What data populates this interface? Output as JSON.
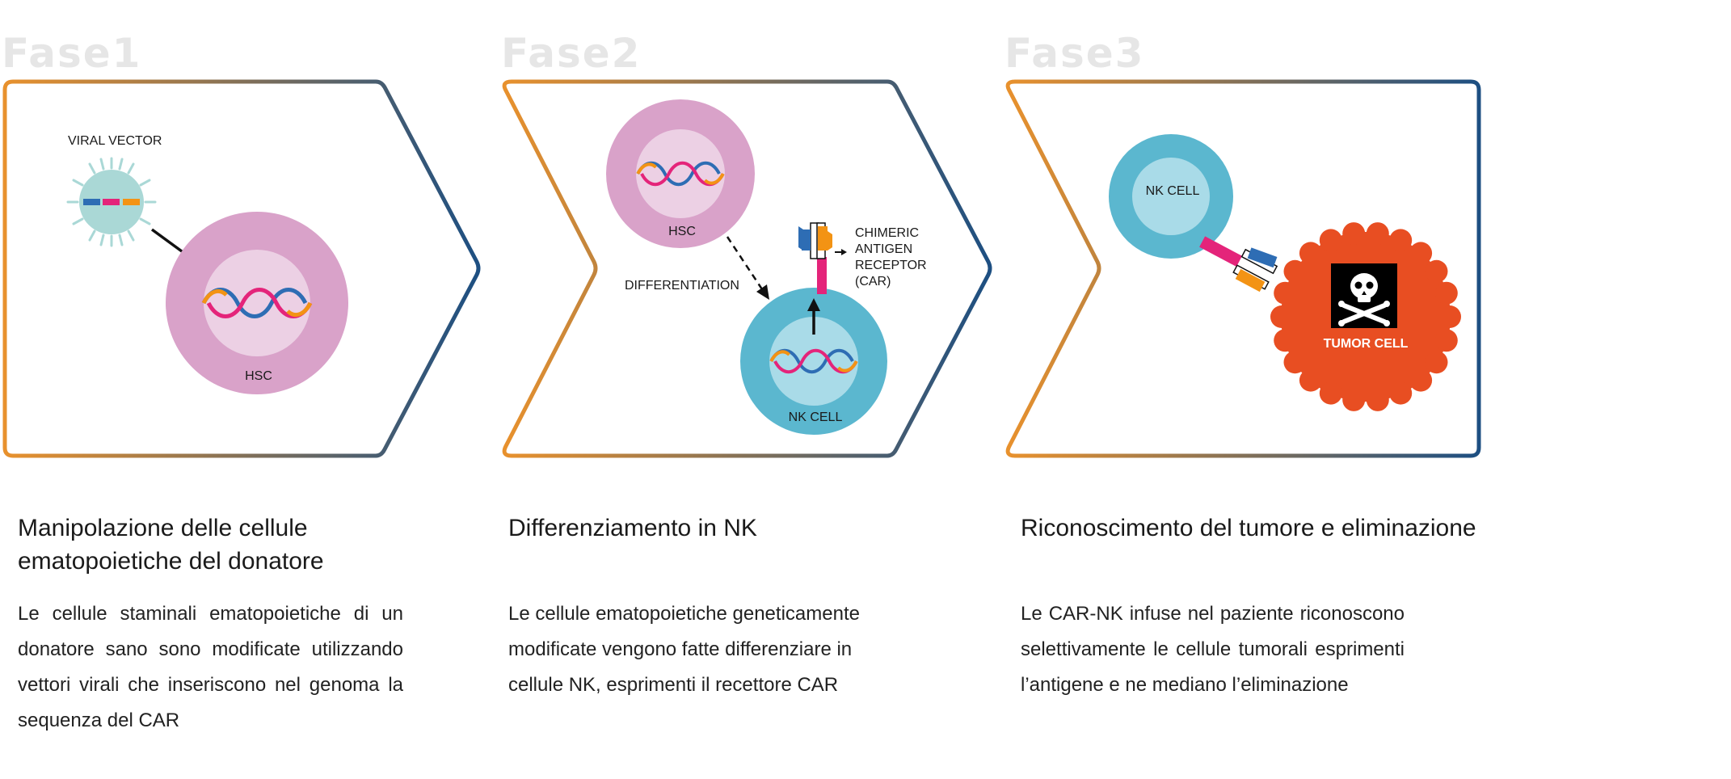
{
  "phases": [
    {
      "label": "Fase1",
      "title": "Manipolazione delle cellule ematopoietiche del donatore",
      "description": "Le cellule staminali ematopoietiche di un donatore sano sono modificate utilizzando vettori virali che inseriscono nel genoma la sequenza del CAR"
    },
    {
      "label": "Fase2",
      "title": "Differenziamento in NK",
      "description": "Le cellule ematopoietiche geneticamente modificate vengono fatte differenziare in cellule NK, esprimenti il recettore CAR"
    },
    {
      "label": "Fase3",
      "title": "Riconoscimento del tumore e eliminazione",
      "description": "Le CAR-NK infuse nel paziente riconoscono selettivamente le cellule tumorali esprimenti l’antigene e ne mediano l’eliminazione"
    }
  ],
  "diagram": {
    "viral_vector": "VIRAL VECTOR",
    "hsc": "HSC",
    "differentiation": "DIFFERENTIATION",
    "nk_cell": "NK CELL",
    "car_line1": "CHIMERIC",
    "car_line2": "ANTIGEN",
    "car_line3": "RECEPTOR",
    "car_line4": "(CAR)",
    "tumor_cell": "TUMOR CELL"
  },
  "colors": {
    "chevron_start": "#e8912d",
    "chevron_end": "#1d4f82",
    "hsc_outer": "#d9a2c9",
    "hsc_inner": "#ecd0e4",
    "nk_outer": "#5bb7cf",
    "nk_inner": "#a9dbe8",
    "viral_body": "#aad8d6",
    "tumor": "#e84e22",
    "dna_blue": "#2e6db4",
    "dna_pink": "#e4247a",
    "dna_orange": "#f39314",
    "phase_label": "#e6e6e6"
  }
}
